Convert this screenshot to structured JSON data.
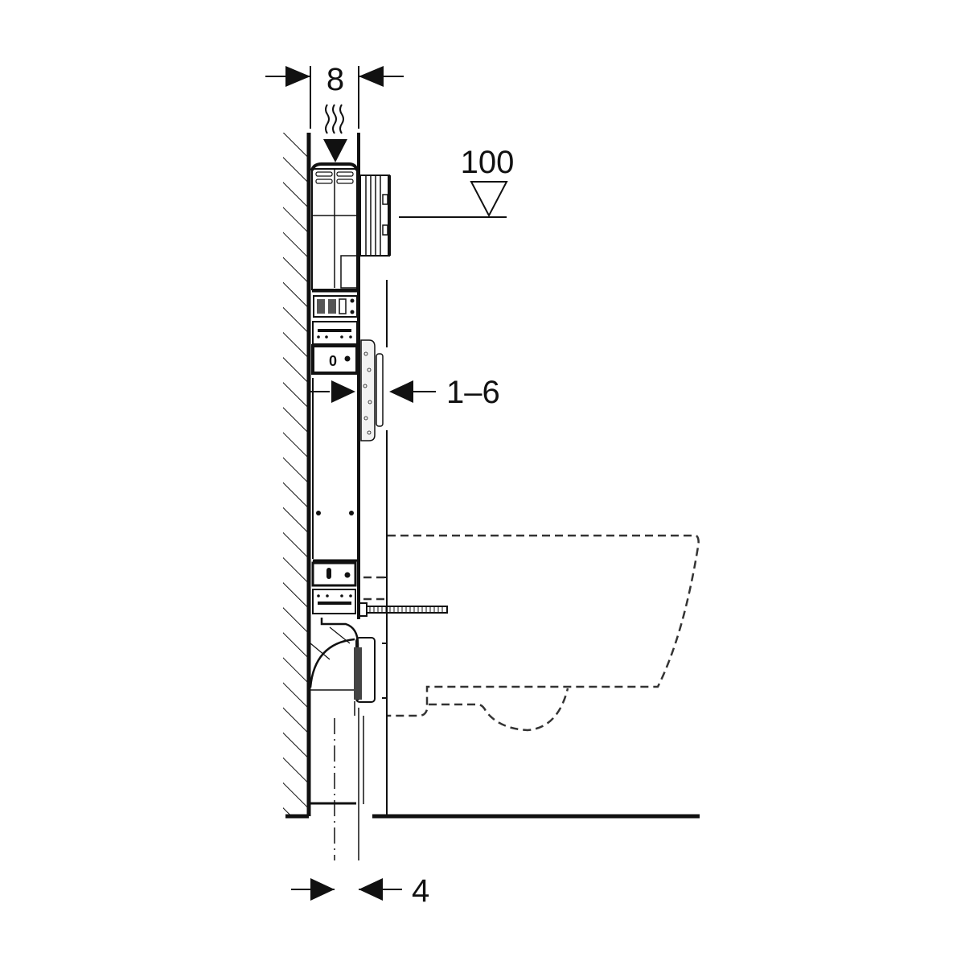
{
  "diagram": {
    "type": "installation-drawing",
    "subject": "Concealed cistern frame for wall-hung WC (side section)",
    "colors": {
      "line": "#111111",
      "background": "#ffffff"
    },
    "dimensions": {
      "frame_depth": {
        "label": "8",
        "description": "frame depth"
      },
      "actuation_height": {
        "label": "100",
        "description": "height level marker"
      },
      "wall_thickness": {
        "label": "1–6",
        "description": "finished wall / cladding thickness range"
      },
      "drain_offset": {
        "label": "4",
        "description": "drain pipe offset"
      }
    },
    "components": [
      "hatched-rear-wall",
      "cistern",
      "top-inlet-arrow",
      "side-water-inlet",
      "flush-plate",
      "upper-fixing-bracket",
      "lower-fixing-bracket",
      "wc-fixing-bolt",
      "drain-bend",
      "wall-hung-wc-dashed",
      "floor-line",
      "drain-centerline"
    ]
  }
}
